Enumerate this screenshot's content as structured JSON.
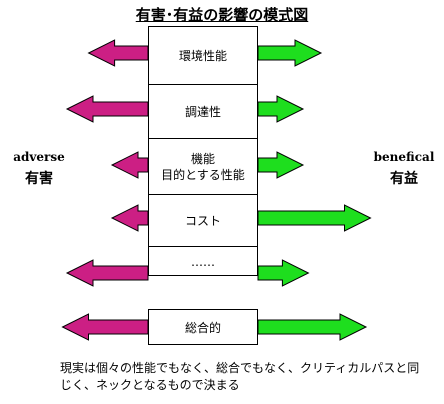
{
  "title": "有害･有益の影響の模式図",
  "left_label_en": "adverse",
  "left_label_ja": "有害",
  "right_label_en": "benefical",
  "right_label_ja": "有益",
  "rows": [
    {
      "label": "環境性能",
      "adverse": 66,
      "benefit": 70
    },
    {
      "label": "調達性",
      "adverse": 90,
      "benefit": 50
    },
    {
      "label": "機能\n目的とする性能",
      "adverse": 40,
      "benefit": 50
    },
    {
      "label": "コスト",
      "adverse": 40,
      "benefit": 125
    },
    {
      "label": "……",
      "adverse": 90,
      "benefit": 56
    },
    {
      "label": "総合的",
      "adverse": 95,
      "benefit": 120
    }
  ],
  "caption": "現実は個々の性能でもなく、総合でもなく、クリティカルパスと同じく、ネックとなるもので決まる",
  "colors": {
    "adverse": "#cc1f84",
    "benefit": "#1ede1e"
  }
}
